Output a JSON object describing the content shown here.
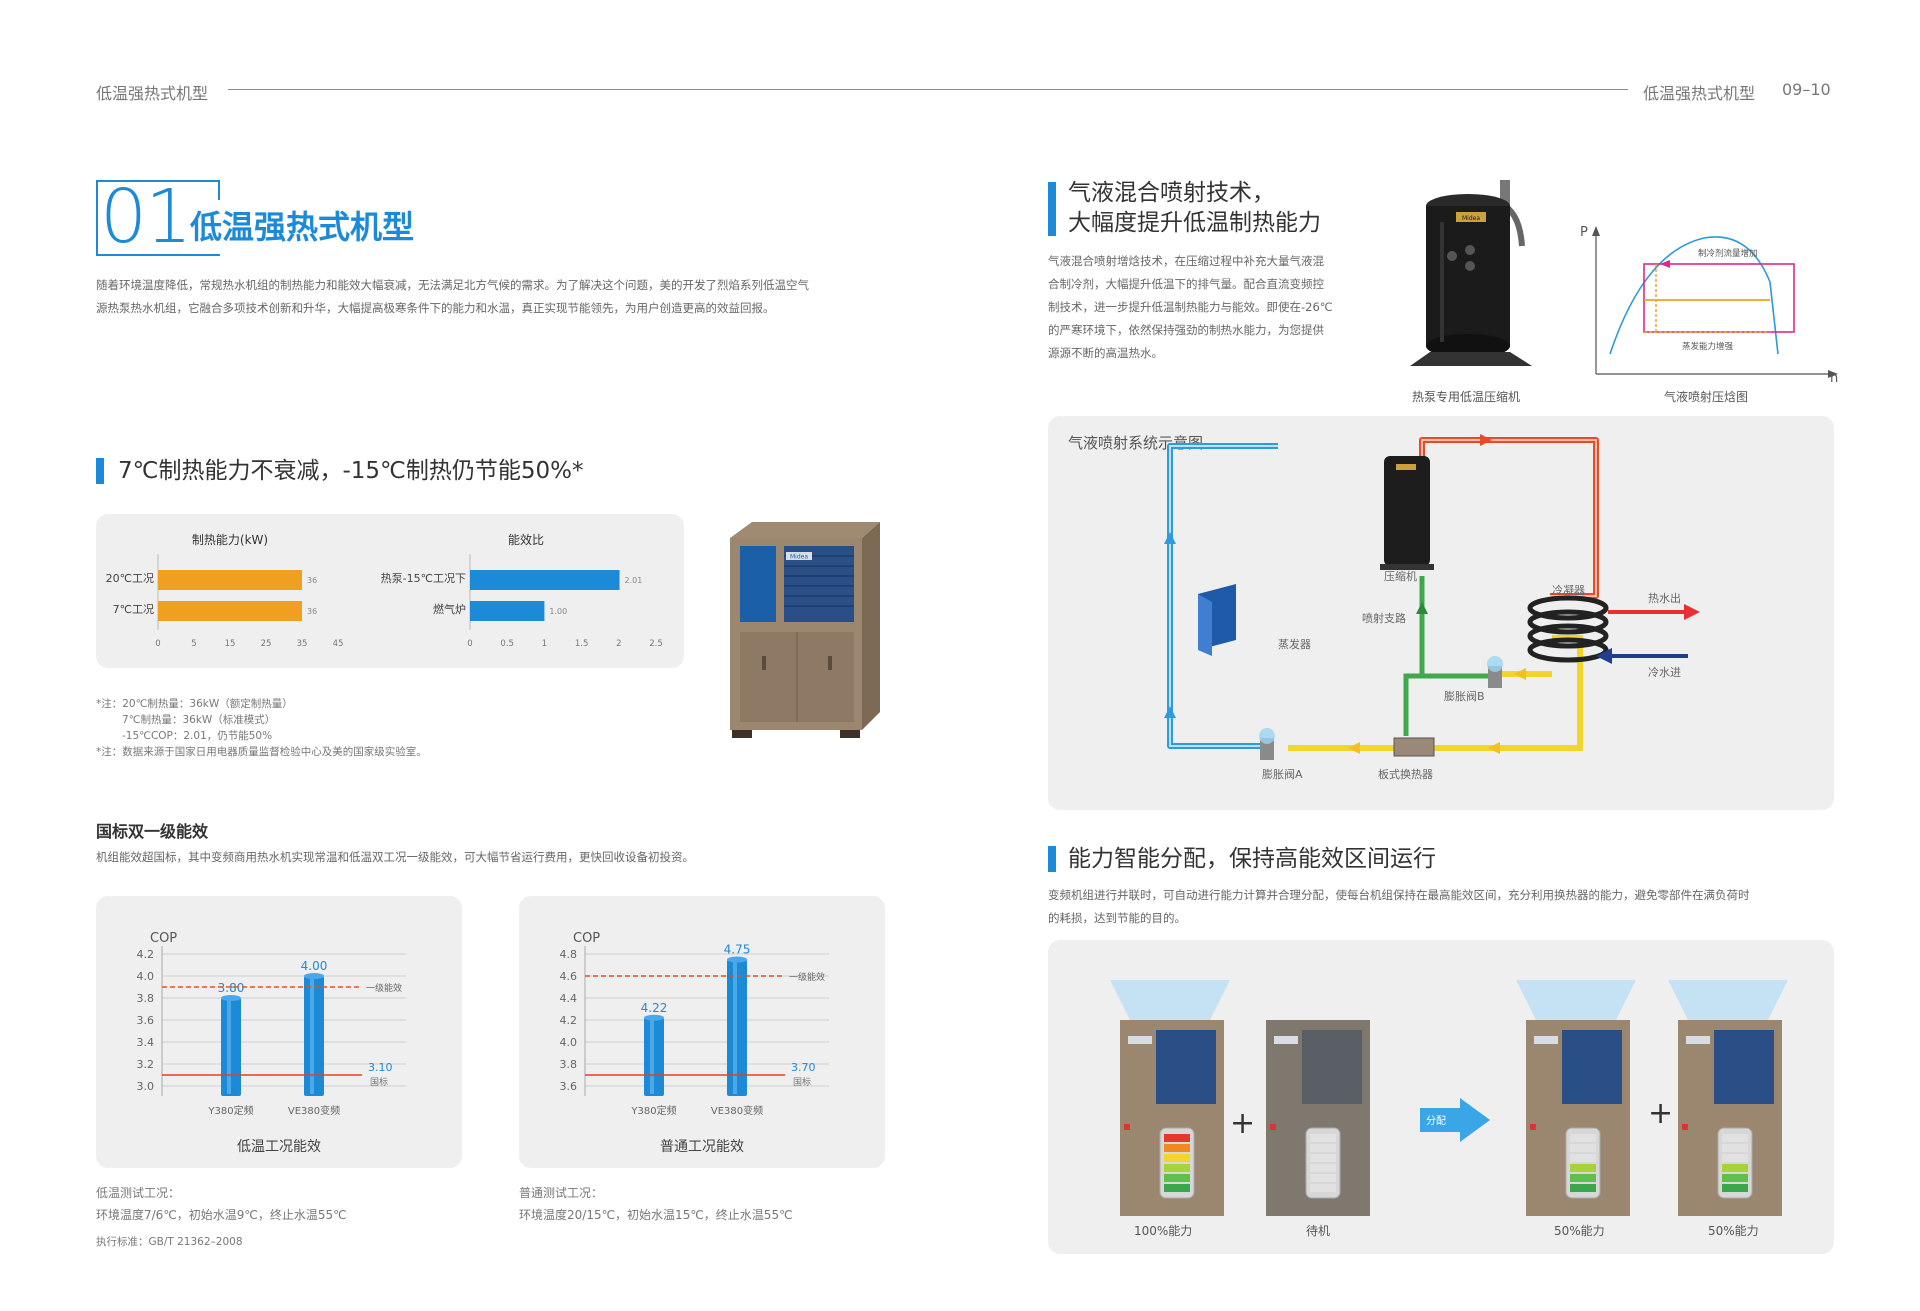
{
  "header": {
    "left_title": "低温强热式机型",
    "right_title": "低温强热式机型",
    "page_numbers": "09–10"
  },
  "intro": {
    "number": "01",
    "title": "低温强热式机型",
    "paragraph_lines": [
      "随着环境温度降低，常规热水机组的制热能力和能效大幅衰减，无法满足北方气候的需求。为了解决这个问题，美的开发了烈焰系列低温空气",
      "源热泵热水机组，它融合多项技术创新和升华，大幅提高极寒条件下的能力和水温，真正实现节能领先，为用户创造更高的效益回报。"
    ]
  },
  "section_capacity": {
    "title": "7℃制热能力不衰减，-15℃制热仍节能50%*",
    "notes": [
      "*注：20℃制热量：36kW（额定制热量）",
      "7℃制热量：36kW（标准模式）",
      "-15℃COP：2.01，仍节能50%",
      "*注：数据来源于国家日用电器质量监督检验中心及美的国家级实验室。"
    ]
  },
  "section_efficiency": {
    "title": "国标双一级能效",
    "text": "机组能效超国标，其中变频商用热水机实现常温和低温双工况一级能效，可大幅节省运行费用，更快回收设备初投资。",
    "low_temp_caption": "低温工况能效",
    "normal_caption": "普通工况能效",
    "low_temp_test_title": "低温测试工况：",
    "low_temp_test_text": "环境温度7/6℃，初始水温9℃，终止水温55℃",
    "normal_test_title": "普通测试工况：",
    "normal_test_text": "环境温度20/15℃，初始水温15℃，终止水温55℃",
    "standard": "执行标准：GB/T 21362–2008"
  },
  "section_injection": {
    "title_line1": "气液混合喷射技术，",
    "title_line2": "大幅度提升低温制热能力",
    "text_lines": [
      "气液混合喷射增焓技术，在压缩过程中补充大量气液混",
      "合制冷剂，大幅提升低温下的排气量。配合直流变频控",
      "制技术，进一步提升低温制热能力与能效。即使在-26℃",
      "的严寒环境下，依然保持强劲的制热水能力，为您提供",
      "源源不断的高温热水。"
    ],
    "compressor_caption": "热泵专用低温压缩机",
    "compressor_badge": "Midea",
    "ph_caption": "气液喷射压焓图",
    "ph_label_p": "P",
    "ph_label_h": "h",
    "ph_label_flow": "制冷剂流量增加",
    "ph_label_evap": "蒸发能力增强"
  },
  "system_diagram": {
    "title": "气液喷射系统示意图",
    "compressor": "压缩机",
    "branch": "喷射支路",
    "evaporator": "蒸发器",
    "valve_a": "膨胀阀A",
    "valve_b": "膨胀阀B",
    "plate_hx": "板式换热器",
    "condenser": "冷凝器",
    "hot_out": "热水出",
    "cold_in": "冷水进"
  },
  "section_distribution": {
    "title": "能力智能分配，保持高能效区间运行",
    "text_lines": [
      "变频机组进行并联时，可自动进行能力计算并合理分配，使每台机组保持在最高能效区间，充分利用换热器的能力，避免零部件在满负荷时",
      "的耗损，达到节能的目的。"
    ],
    "arrow_label": "分配",
    "plus": "+",
    "units": [
      {
        "label": "100%能力",
        "level": 1.0
      },
      {
        "label": "待机",
        "level": 0.0
      },
      {
        "label": "50%能力",
        "level": 0.5
      },
      {
        "label": "50%能力",
        "level": 0.5
      }
    ]
  },
  "product_badge": "Midea",
  "chart_data": [
    {
      "type": "bar",
      "orientation": "horizontal",
      "title": "制热能力(kW)",
      "categories": [
        "20℃工况",
        "7℃工况"
      ],
      "values": [
        36,
        36
      ],
      "value_labels": [
        "36",
        "36"
      ],
      "xticks": [
        "0",
        "5",
        "15",
        "25",
        "35",
        "45"
      ],
      "xlim": [
        0,
        45
      ],
      "color": "#f0a020"
    },
    {
      "type": "bar",
      "orientation": "horizontal",
      "title": "能效比",
      "categories": [
        "热泵-15℃工况下",
        "燃气炉"
      ],
      "values": [
        2.01,
        1.0
      ],
      "value_labels": [
        "2.01",
        "1.00"
      ],
      "xticks": [
        "0",
        "0.5",
        "1",
        "1.5",
        "2",
        "2.5"
      ],
      "xlim": [
        0,
        2.5
      ],
      "color": "#1d8ad8"
    },
    {
      "type": "bar",
      "title": "",
      "ylabel": "COP",
      "categories": [
        "Y380定频",
        "VE380变频"
      ],
      "values": [
        3.8,
        4.0
      ],
      "value_labels": [
        "3.80",
        "4.00"
      ],
      "yticks": [
        "4.2",
        "4.0",
        "3.8",
        "3.6",
        "3.4",
        "3.2",
        "3.0"
      ],
      "ylim": [
        3.0,
        4.2
      ],
      "reference_lines": [
        {
          "value": 3.9,
          "label": "一级能效",
          "color": "#e0502a",
          "style": "dashed"
        },
        {
          "value": 3.1,
          "value_label": "3.10",
          "label": "国标",
          "color": "#e0402a",
          "style": "solid"
        }
      ],
      "color": "#1d8ad8"
    },
    {
      "type": "bar",
      "title": "",
      "ylabel": "COP",
      "categories": [
        "Y380定频",
        "VE380变频"
      ],
      "values": [
        4.22,
        4.75
      ],
      "value_labels": [
        "4.22",
        "4.75"
      ],
      "yticks": [
        "4.8",
        "4.6",
        "4.4",
        "4.2",
        "4.0",
        "3.8",
        "3.6"
      ],
      "ylim": [
        3.6,
        4.8
      ],
      "reference_lines": [
        {
          "value": 4.6,
          "label": "一级能效",
          "color": "#e0502a",
          "style": "dashed"
        },
        {
          "value": 3.7,
          "value_label": "3.70",
          "label": "国标",
          "color": "#e0402a",
          "style": "solid"
        }
      ],
      "color": "#1d8ad8"
    }
  ]
}
